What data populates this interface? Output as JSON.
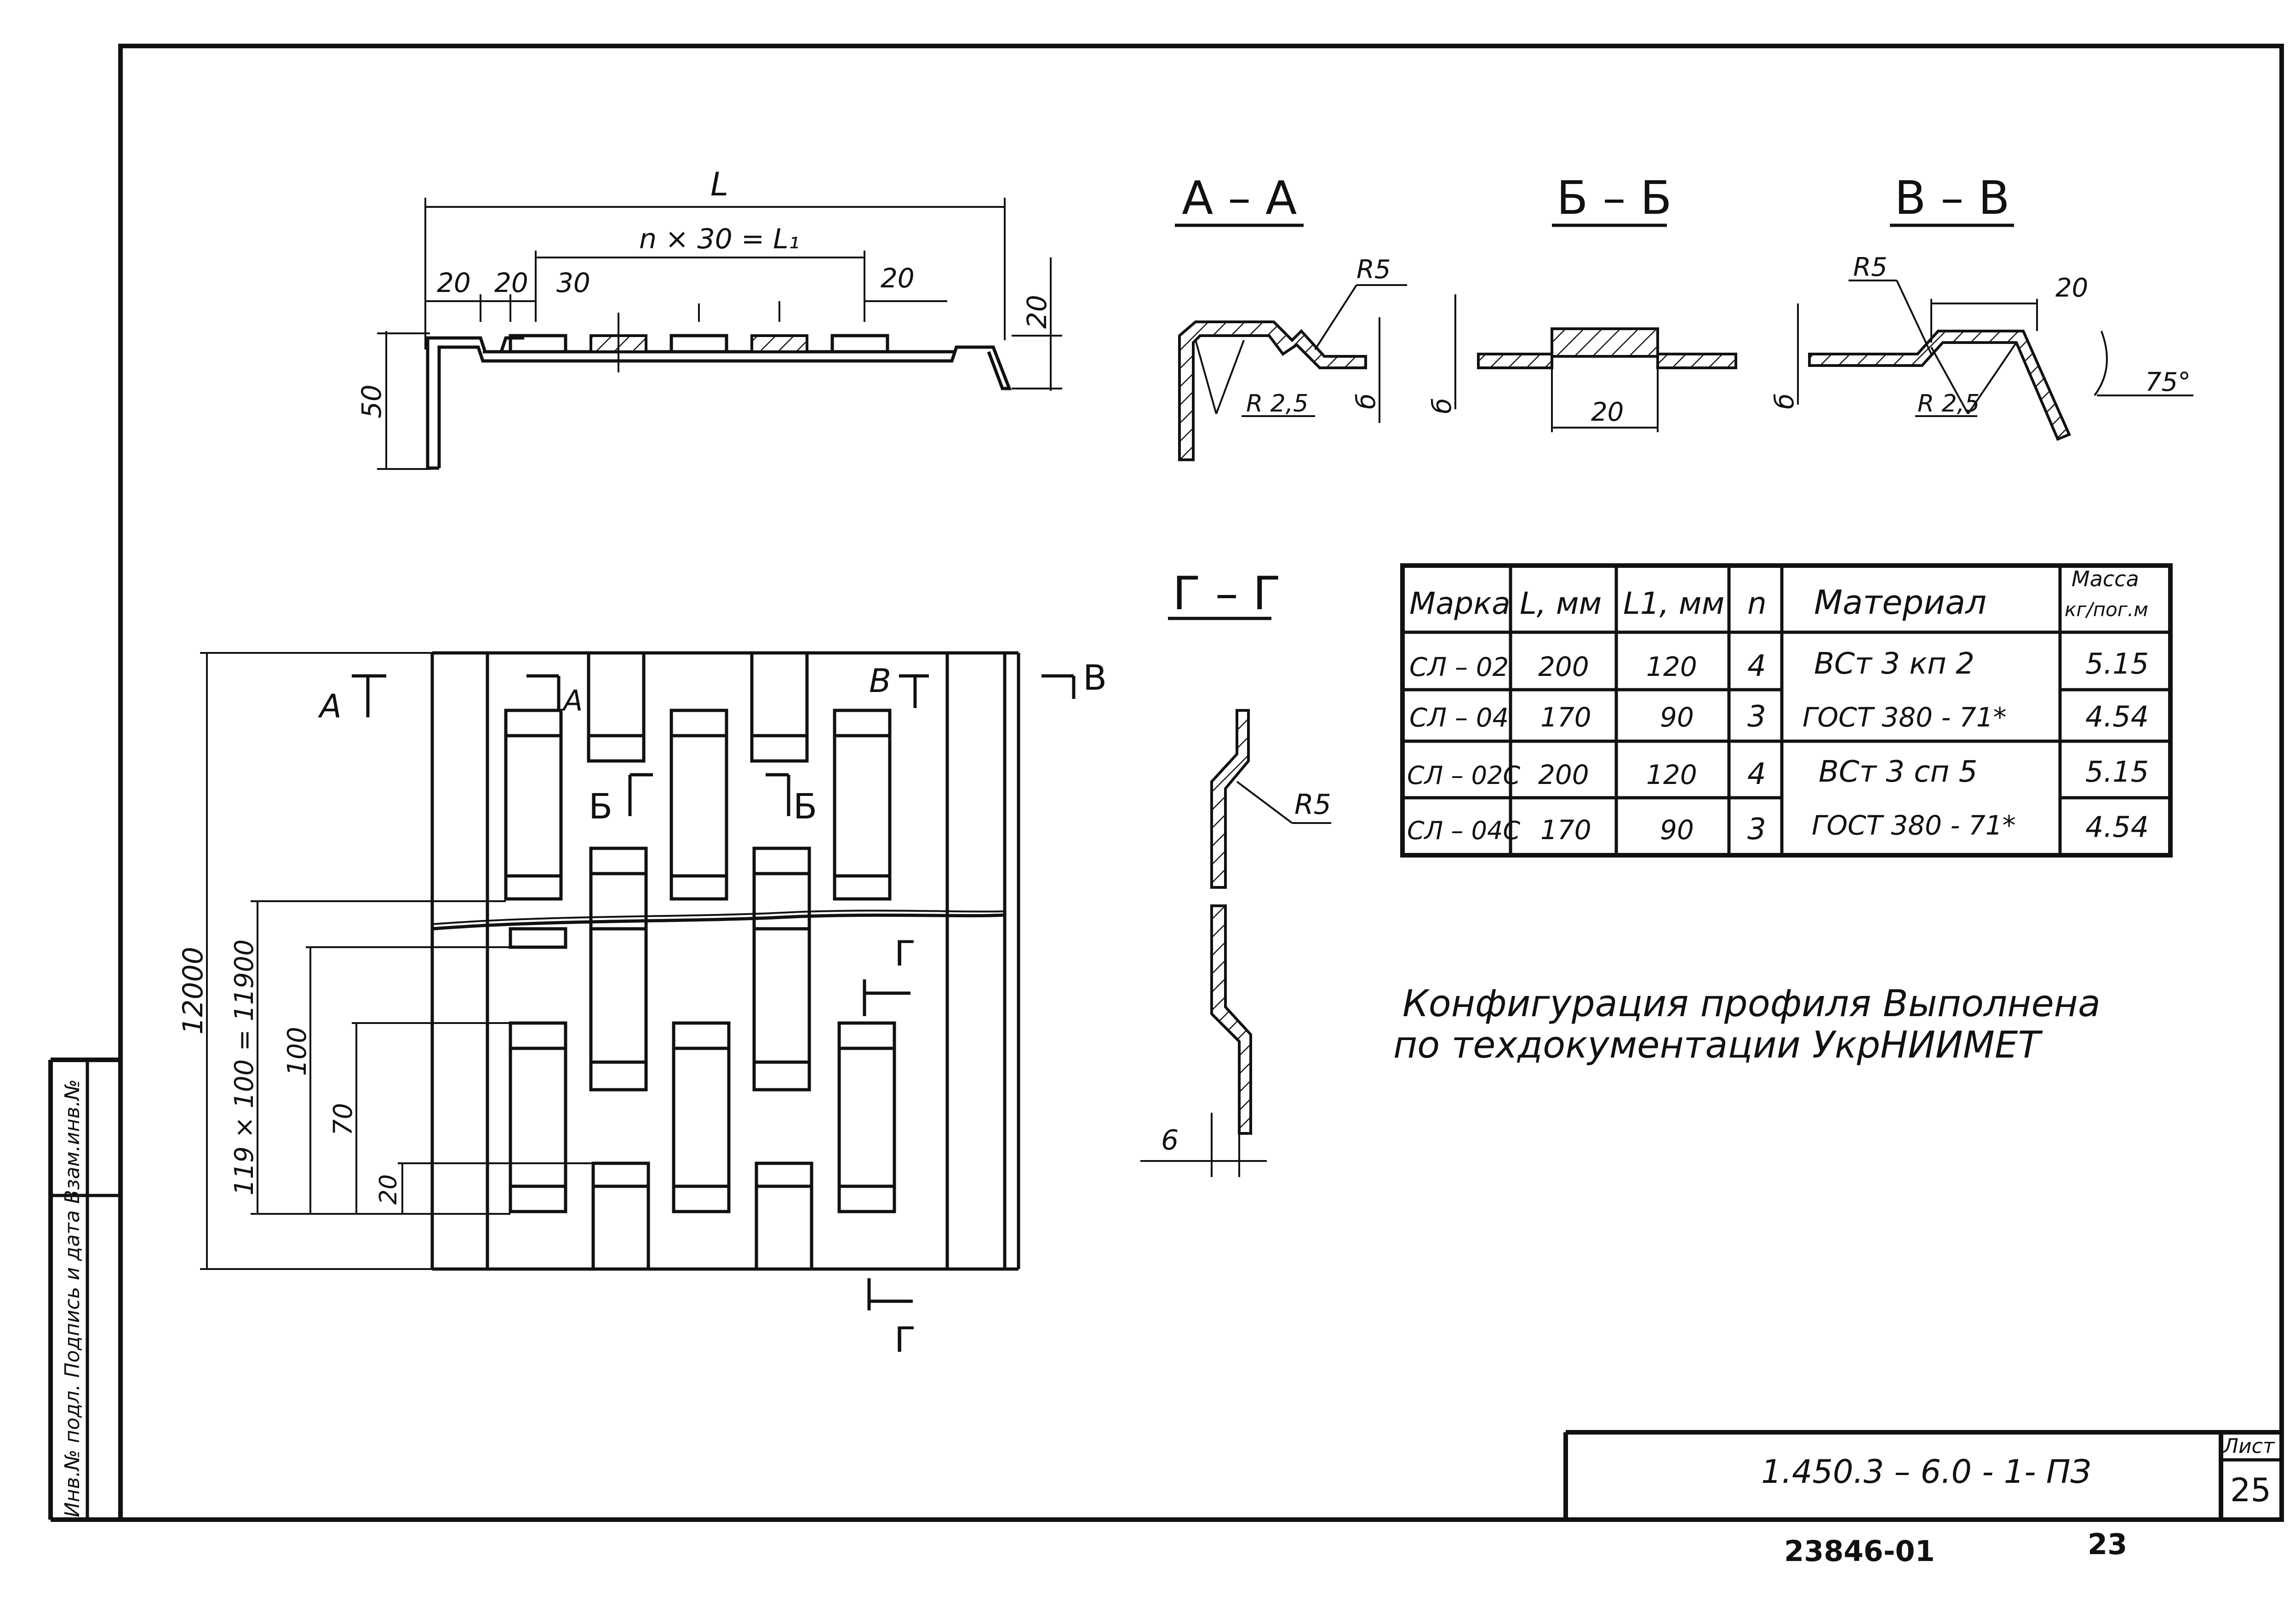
{
  "dims": {
    "L": "L",
    "n30": "n × 30 = L₁",
    "d20a": "20",
    "d20b": "20",
    "d30": "30",
    "d20c": "20",
    "d20side": "20",
    "d50": "50",
    "d12000": "12000",
    "d11900": "119 × 100 = 11900",
    "d100": "100",
    "d70": "70",
    "d20low": "20",
    "d6": "6"
  },
  "sections": {
    "aa": {
      "title": "А – А",
      "r5": "R5",
      "r25": "R 2,5",
      "d6": "б"
    },
    "bb": {
      "title": "Б – Б",
      "d6": "б",
      "d20": "20"
    },
    "vv": {
      "title": "В – В",
      "r5": "R5",
      "r25": "R 2,5",
      "d20": "20",
      "angle": "75°",
      "d6": "б"
    },
    "gg": {
      "title": "Г – Г",
      "r5": "R5",
      "d6": "6"
    }
  },
  "cut_marks": {
    "a_left": "А",
    "a_mid": "А",
    "b": "В",
    "v_right": "В",
    "e_left": "Б",
    "e_right": "Б",
    "g_top": "Г",
    "g_bottom": "Г"
  },
  "table": {
    "headers": [
      "Марка",
      "L, мм",
      "L1, мм",
      "n",
      "Материал",
      "Масса",
      "кг/пог.м"
    ],
    "rows": [
      [
        "СЛ – 02",
        "200",
        "120",
        "4",
        "5.15"
      ],
      [
        "СЛ – 04",
        "170",
        "90",
        "3",
        "4.54"
      ],
      [
        "СЛ – 02С",
        "200",
        "120",
        "4",
        "5.15"
      ],
      [
        "СЛ – 04С",
        "170",
        "90",
        "3",
        "4.54"
      ]
    ],
    "material1a": "ВСт 3 кп 2",
    "material1b": "ГОСТ  380 - 71*",
    "material2a": "ВСт 3 сп 5",
    "material2b": "ГОСТ  380 - 71*"
  },
  "note": {
    "line1": "Конфигурация   профиля   Выполнена",
    "line2": "по  техдокументации   УкрНИИМЕТ"
  },
  "stamp": {
    "doc_code": "1.450.3 – 6.0 - 1-  ПЗ",
    "sheet_label": "Лист",
    "sheet_no": "25"
  },
  "footer": {
    "inventory": "23846-01",
    "page": "23"
  },
  "side_strip": {
    "text": "Инв.№ подл.  Подпись и дата  Взам.инв.№"
  }
}
